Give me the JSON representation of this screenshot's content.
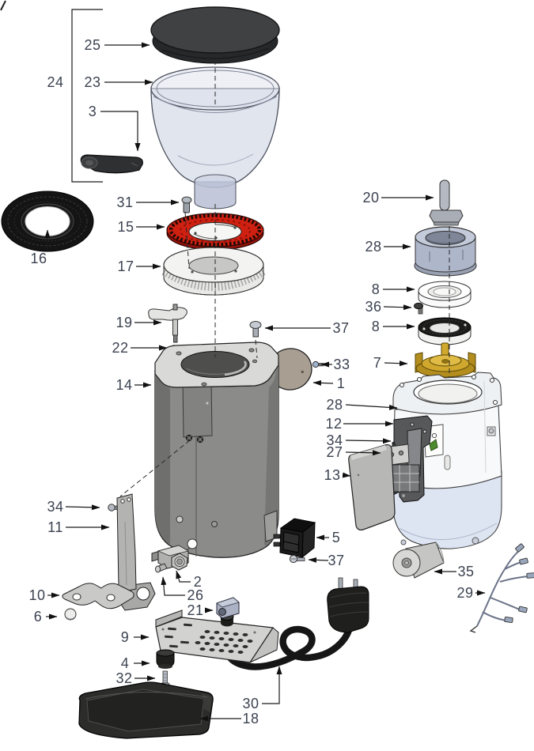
{
  "diagram": {
    "callouts": [
      {
        "id": "hopper-lid",
        "num": "25"
      },
      {
        "id": "bean-hopper",
        "num": "23"
      },
      {
        "id": "hopper-slide",
        "num": "3"
      },
      {
        "id": "hopper-assembly",
        "num": "24"
      },
      {
        "id": "screw-upper",
        "num": "31"
      },
      {
        "id": "upper-burr-ring",
        "num": "15"
      },
      {
        "id": "burr-disc",
        "num": "16"
      },
      {
        "id": "adjustment-ring",
        "num": "17"
      },
      {
        "id": "adjustment-key",
        "num": "19"
      },
      {
        "id": "pin",
        "num": "22"
      },
      {
        "id": "main-housing",
        "num": "14"
      },
      {
        "id": "screw-top",
        "num": "37"
      },
      {
        "id": "screw-side",
        "num": "33"
      },
      {
        "id": "cover-plate",
        "num": "1"
      },
      {
        "id": "shaft-bolt",
        "num": "20"
      },
      {
        "id": "top-collar",
        "num": "28"
      },
      {
        "id": "ring-upper",
        "num": "8"
      },
      {
        "id": "grub-screw",
        "num": "36"
      },
      {
        "id": "ring-lower",
        "num": "8"
      },
      {
        "id": "burr-carrier",
        "num": "7"
      },
      {
        "id": "motor-housing",
        "num": "28"
      },
      {
        "id": "motor-bracket",
        "num": "12"
      },
      {
        "id": "screw-bracket-right",
        "num": "34"
      },
      {
        "id": "terminal-plate",
        "num": "27"
      },
      {
        "id": "side-cover",
        "num": "13"
      },
      {
        "id": "screw-bracket-left",
        "num": "34"
      },
      {
        "id": "fork-bracket",
        "num": "11"
      },
      {
        "id": "fork",
        "num": "10"
      },
      {
        "id": "knob-cap",
        "num": "6"
      },
      {
        "id": "adjuster-block",
        "num": "2"
      },
      {
        "id": "adjuster-pin",
        "num": "26"
      },
      {
        "id": "cable-clamp",
        "num": "21"
      },
      {
        "id": "power-switch",
        "num": "5"
      },
      {
        "id": "screw-switch",
        "num": "37"
      },
      {
        "id": "capacitor",
        "num": "35"
      },
      {
        "id": "wiring-harness",
        "num": "29"
      },
      {
        "id": "base-plate",
        "num": "9"
      },
      {
        "id": "rubber-foot",
        "num": "4"
      },
      {
        "id": "foot-screw",
        "num": "32"
      },
      {
        "id": "power-cord",
        "num": "30"
      },
      {
        "id": "drip-tray",
        "num": "18"
      }
    ]
  },
  "colors": {
    "burr_red": "#cf2012",
    "burr_red_dark": "#8e1208",
    "carrier_gold": "#d0a82e",
    "carrier_gold_dark": "#b38d1d",
    "plate_tan": "#a89e92",
    "body_gray": "#8b8b89",
    "motor_blue": "#dde4f2",
    "label_text": "#3b4250"
  }
}
